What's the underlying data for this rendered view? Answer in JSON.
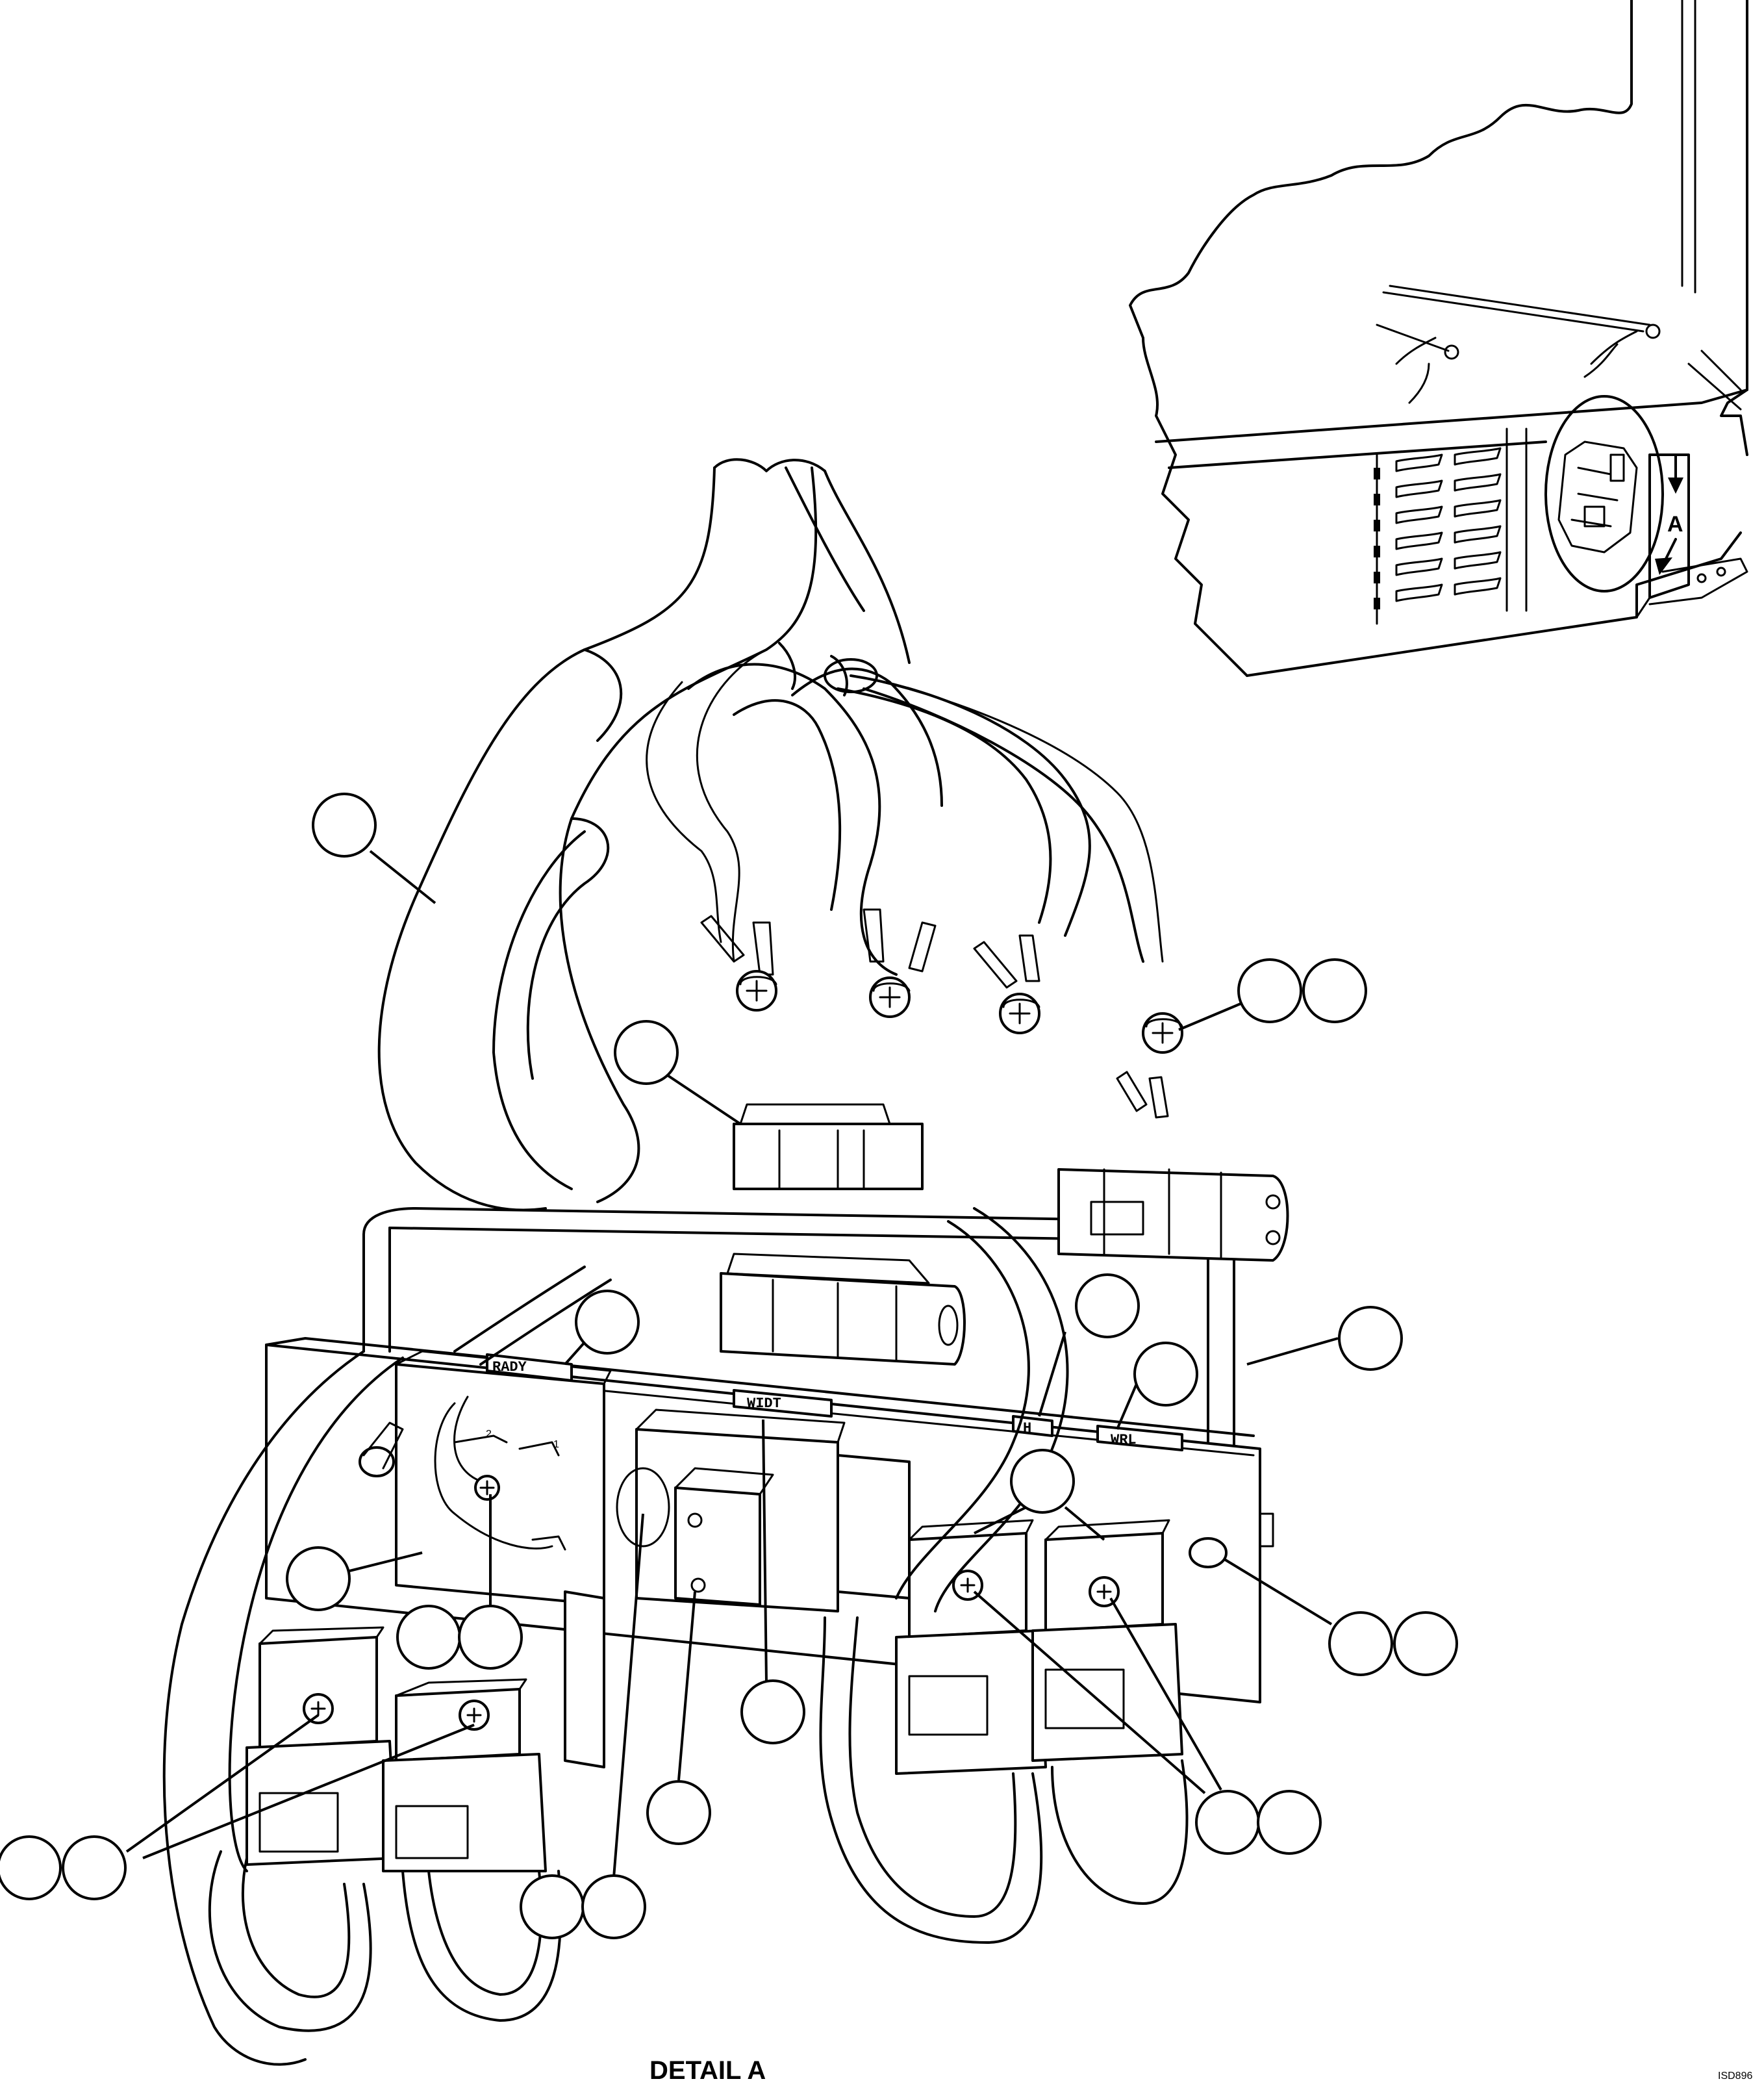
{
  "figure": {
    "caption": "DETAIL A",
    "view_marker": "A",
    "figure_number": "ISD896"
  },
  "labels": {
    "relay_label": "RADY",
    "wire_label_a": "WIDT",
    "wire_label_b": "H",
    "wire_label_c": "WRL",
    "terminal_1": "1",
    "terminal_2": "2"
  },
  "callouts": [
    {
      "id": "harness"
    },
    {
      "id": "ring-terminals-a"
    },
    {
      "id": "ring-terminals-b"
    },
    {
      "id": "connector-top"
    },
    {
      "id": "bracket-lower"
    },
    {
      "id": "wire-mid"
    },
    {
      "id": "wire-right"
    },
    {
      "id": "bracket-right"
    },
    {
      "id": "relay-right-pair"
    },
    {
      "id": "standoff-a"
    },
    {
      "id": "standoff-b"
    },
    {
      "id": "relay-base"
    },
    {
      "id": "screw-a"
    },
    {
      "id": "screw-b"
    },
    {
      "id": "label-widt"
    },
    {
      "id": "clip"
    },
    {
      "id": "relay-screws-right-a"
    },
    {
      "id": "relay-screws-right-b"
    },
    {
      "id": "relay-screws-left-a"
    },
    {
      "id": "relay-screws-left-b"
    },
    {
      "id": "ground-a"
    },
    {
      "id": "ground-b"
    }
  ]
}
